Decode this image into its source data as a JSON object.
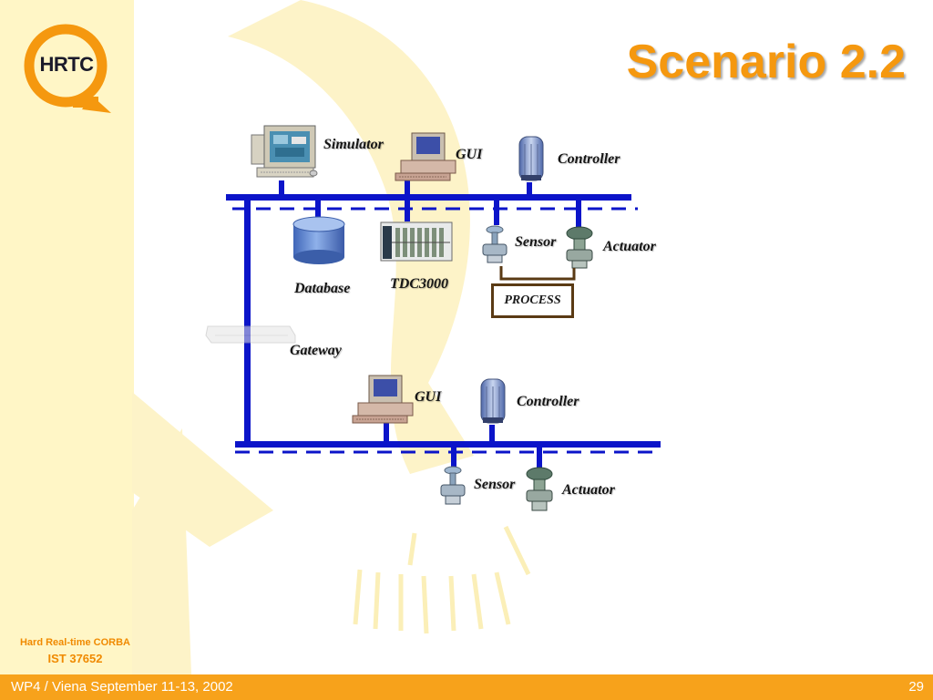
{
  "title": "Scenario 2.2",
  "logo": {
    "text": "HRTC"
  },
  "sidebar": {
    "project_name": "Hard Real-time CORBA",
    "project_id": "IST 37652"
  },
  "footer": {
    "left": "WP4 / Viena September 11-13, 2002",
    "page": "29"
  },
  "colors": {
    "accent": "#f5980f",
    "bus": "#0b14c9",
    "footer": "#f7a21b",
    "process_border": "#5a3a14"
  },
  "diagram": {
    "top_network": {
      "simulator": "Simulator",
      "gui": "GUI",
      "controller": "Controller",
      "database": "Database",
      "tdc3000": "TDC3000",
      "sensor": "Sensor",
      "actuator": "Actuator",
      "process": "PROCESS"
    },
    "gateway": "Gateway",
    "bottom_network": {
      "gui": "GUI",
      "controller": "Controller",
      "sensor": "Sensor",
      "actuator": "Actuator"
    }
  }
}
